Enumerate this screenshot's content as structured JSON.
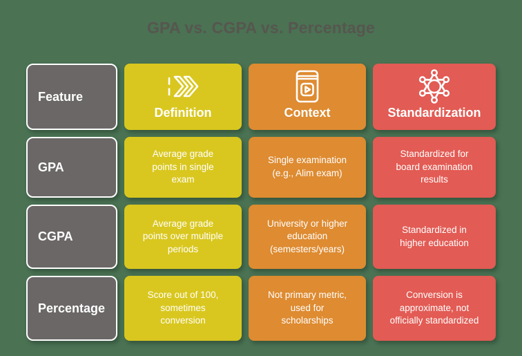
{
  "title": "GPA vs. CGPA vs. Percentage",
  "colors": {
    "background": "#4a7253",
    "gray": "#6a6766",
    "yellow": "#d9c71f",
    "orange": "#de8b31",
    "red": "#e25b54",
    "title": "#57564f",
    "text": "#ffffff"
  },
  "table": {
    "feature_header": "Feature",
    "columns": [
      {
        "label": "Definition",
        "icon": "fast-forward-icon",
        "color": "#d9c71f"
      },
      {
        "label": "Context",
        "icon": "video-book-icon",
        "color": "#de8b31"
      },
      {
        "label": "Standardization",
        "icon": "molecule-icon",
        "color": "#e25b54"
      }
    ],
    "rows": [
      {
        "label": "GPA",
        "cells": [
          "Average grade points in single exam",
          "Single examination (e.g., Alim exam)",
          "Standardized for board examination results"
        ]
      },
      {
        "label": "CGPA",
        "cells": [
          "Average grade points over multiple periods",
          "University or higher education (semesters/years)",
          "Standardized in higher education"
        ]
      },
      {
        "label": "Percentage",
        "cells": [
          "Score out of 100, sometimes conversion",
          "Not primary metric, used for scholarships",
          "Conversion is approximate, not officially standardized"
        ]
      }
    ]
  }
}
